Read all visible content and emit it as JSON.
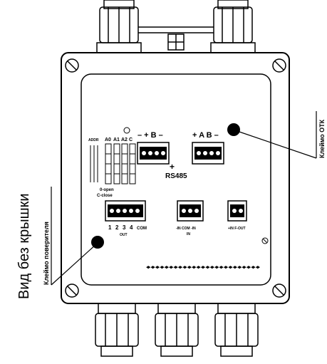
{
  "labels": {
    "view_title": "Вид без крышки",
    "seal_verifier": "Клеймо поверителя",
    "seal_otk": "Клеймо ОТК",
    "rs485": "RS485",
    "rs485_plus": "+",
    "top_terminal_left": "– + B –",
    "top_terminal_right": "+ A B –",
    "jumper_header": [
      "A0",
      "A1",
      "A2",
      "C"
    ],
    "jumper_prefix": "ADDR",
    "jumper_legend": [
      "0-open",
      "C-close"
    ],
    "bottom_terminal_nums": [
      "1",
      "2",
      "3",
      "4",
      "COM"
    ],
    "bottom_terminal_caption": "OUT",
    "middle_terminal_nums": "-IN  COM  -IN",
    "middle_caption": "IN",
    "right_terminal_nums": "+IN  F-OUT",
    "diamond_row": "◆◆◆◆◆◆◆◆◆◆◆◆◆◆◆◆◆◆◆◆◆◆◆◆◆"
  },
  "colors": {
    "line": "#000000",
    "background": "#ffffff",
    "seal": "#000000"
  }
}
